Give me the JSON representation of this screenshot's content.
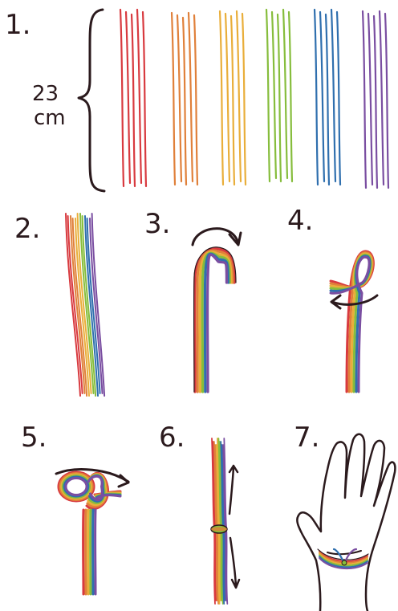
{
  "steps": [
    {
      "label": "1."
    },
    {
      "label": "2."
    },
    {
      "label": "3."
    },
    {
      "label": "4."
    },
    {
      "label": "5."
    },
    {
      "label": "6."
    },
    {
      "label": "7."
    }
  ],
  "measurement": {
    "value": "23",
    "unit": "cm"
  },
  "thread_colors": [
    "#d83a3f",
    "#e0803a",
    "#e9ae3a",
    "#86bd3c",
    "#2f6fae",
    "#7a4ea1"
  ],
  "ink_color": "#2b1a1d"
}
